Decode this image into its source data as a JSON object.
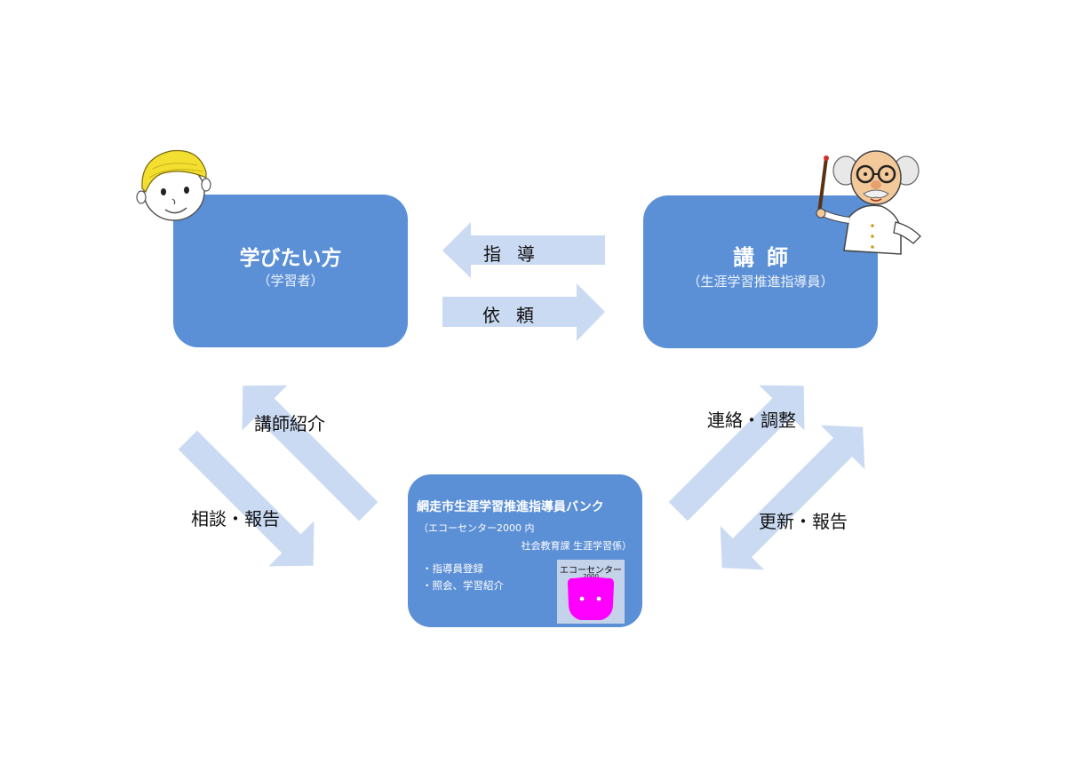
{
  "learner": {
    "title": "学びたい方",
    "subtitle": "（学習者）"
  },
  "lecturer": {
    "title": "講師",
    "subtitle": "（生涯学習推進指導員）"
  },
  "bank": {
    "title": "網走市生涯学習推進指導員バンク",
    "address_line1": "（エコーセンター2000 内",
    "address_line2": "社会教育課 生涯学習係）",
    "items": [
      "・指導員登録",
      "・照会、学習紹介"
    ],
    "logo_name": "エコーセンター",
    "logo_number": "2000"
  },
  "arrows": {
    "shido": "指導",
    "irai": "依頼",
    "koshi_shokai": "講師紹介",
    "sodan_hokoku": "相談・報告",
    "renraku_chosei": "連絡・調整",
    "koshin_hokoku": "更新・報告"
  },
  "colors": {
    "box": "#5b8fd6",
    "arrow": "#c9daf2",
    "logo_pig": "#ff00ff",
    "logo_bg": "#c4d2ea"
  },
  "icons": [
    "learner-character",
    "professor-character",
    "pig-logo-icon"
  ]
}
